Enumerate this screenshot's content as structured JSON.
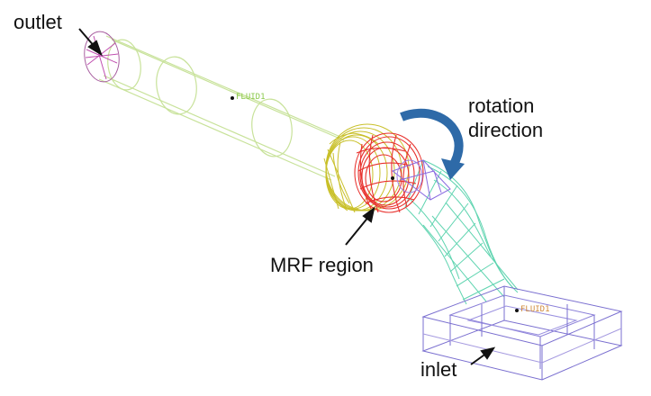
{
  "labels": {
    "outlet": "outlet",
    "rotation_line1": "rotation",
    "rotation_line2": "direction",
    "mrf": "MRF region",
    "inlet": "inlet"
  },
  "fluid_tags": {
    "upper": "FLUID1",
    "lower": "FLUID1"
  },
  "colors": {
    "pipe": "#c8e29a",
    "outlet_cap": "#c04fb0",
    "mrf_rim": "#c9c02a",
    "mrf_blades": "#e8322e",
    "impeller": "#8a6be0",
    "volute": "#5fd4b0",
    "inlet_box": "#7a6fd0",
    "arrow": "#2e6aa8",
    "text": "#111111",
    "fluid_upper": "#8ac94a",
    "fluid_lower": "#d08a3a"
  },
  "icons": {
    "rotation_arrow": "curved-arrow-icon"
  }
}
